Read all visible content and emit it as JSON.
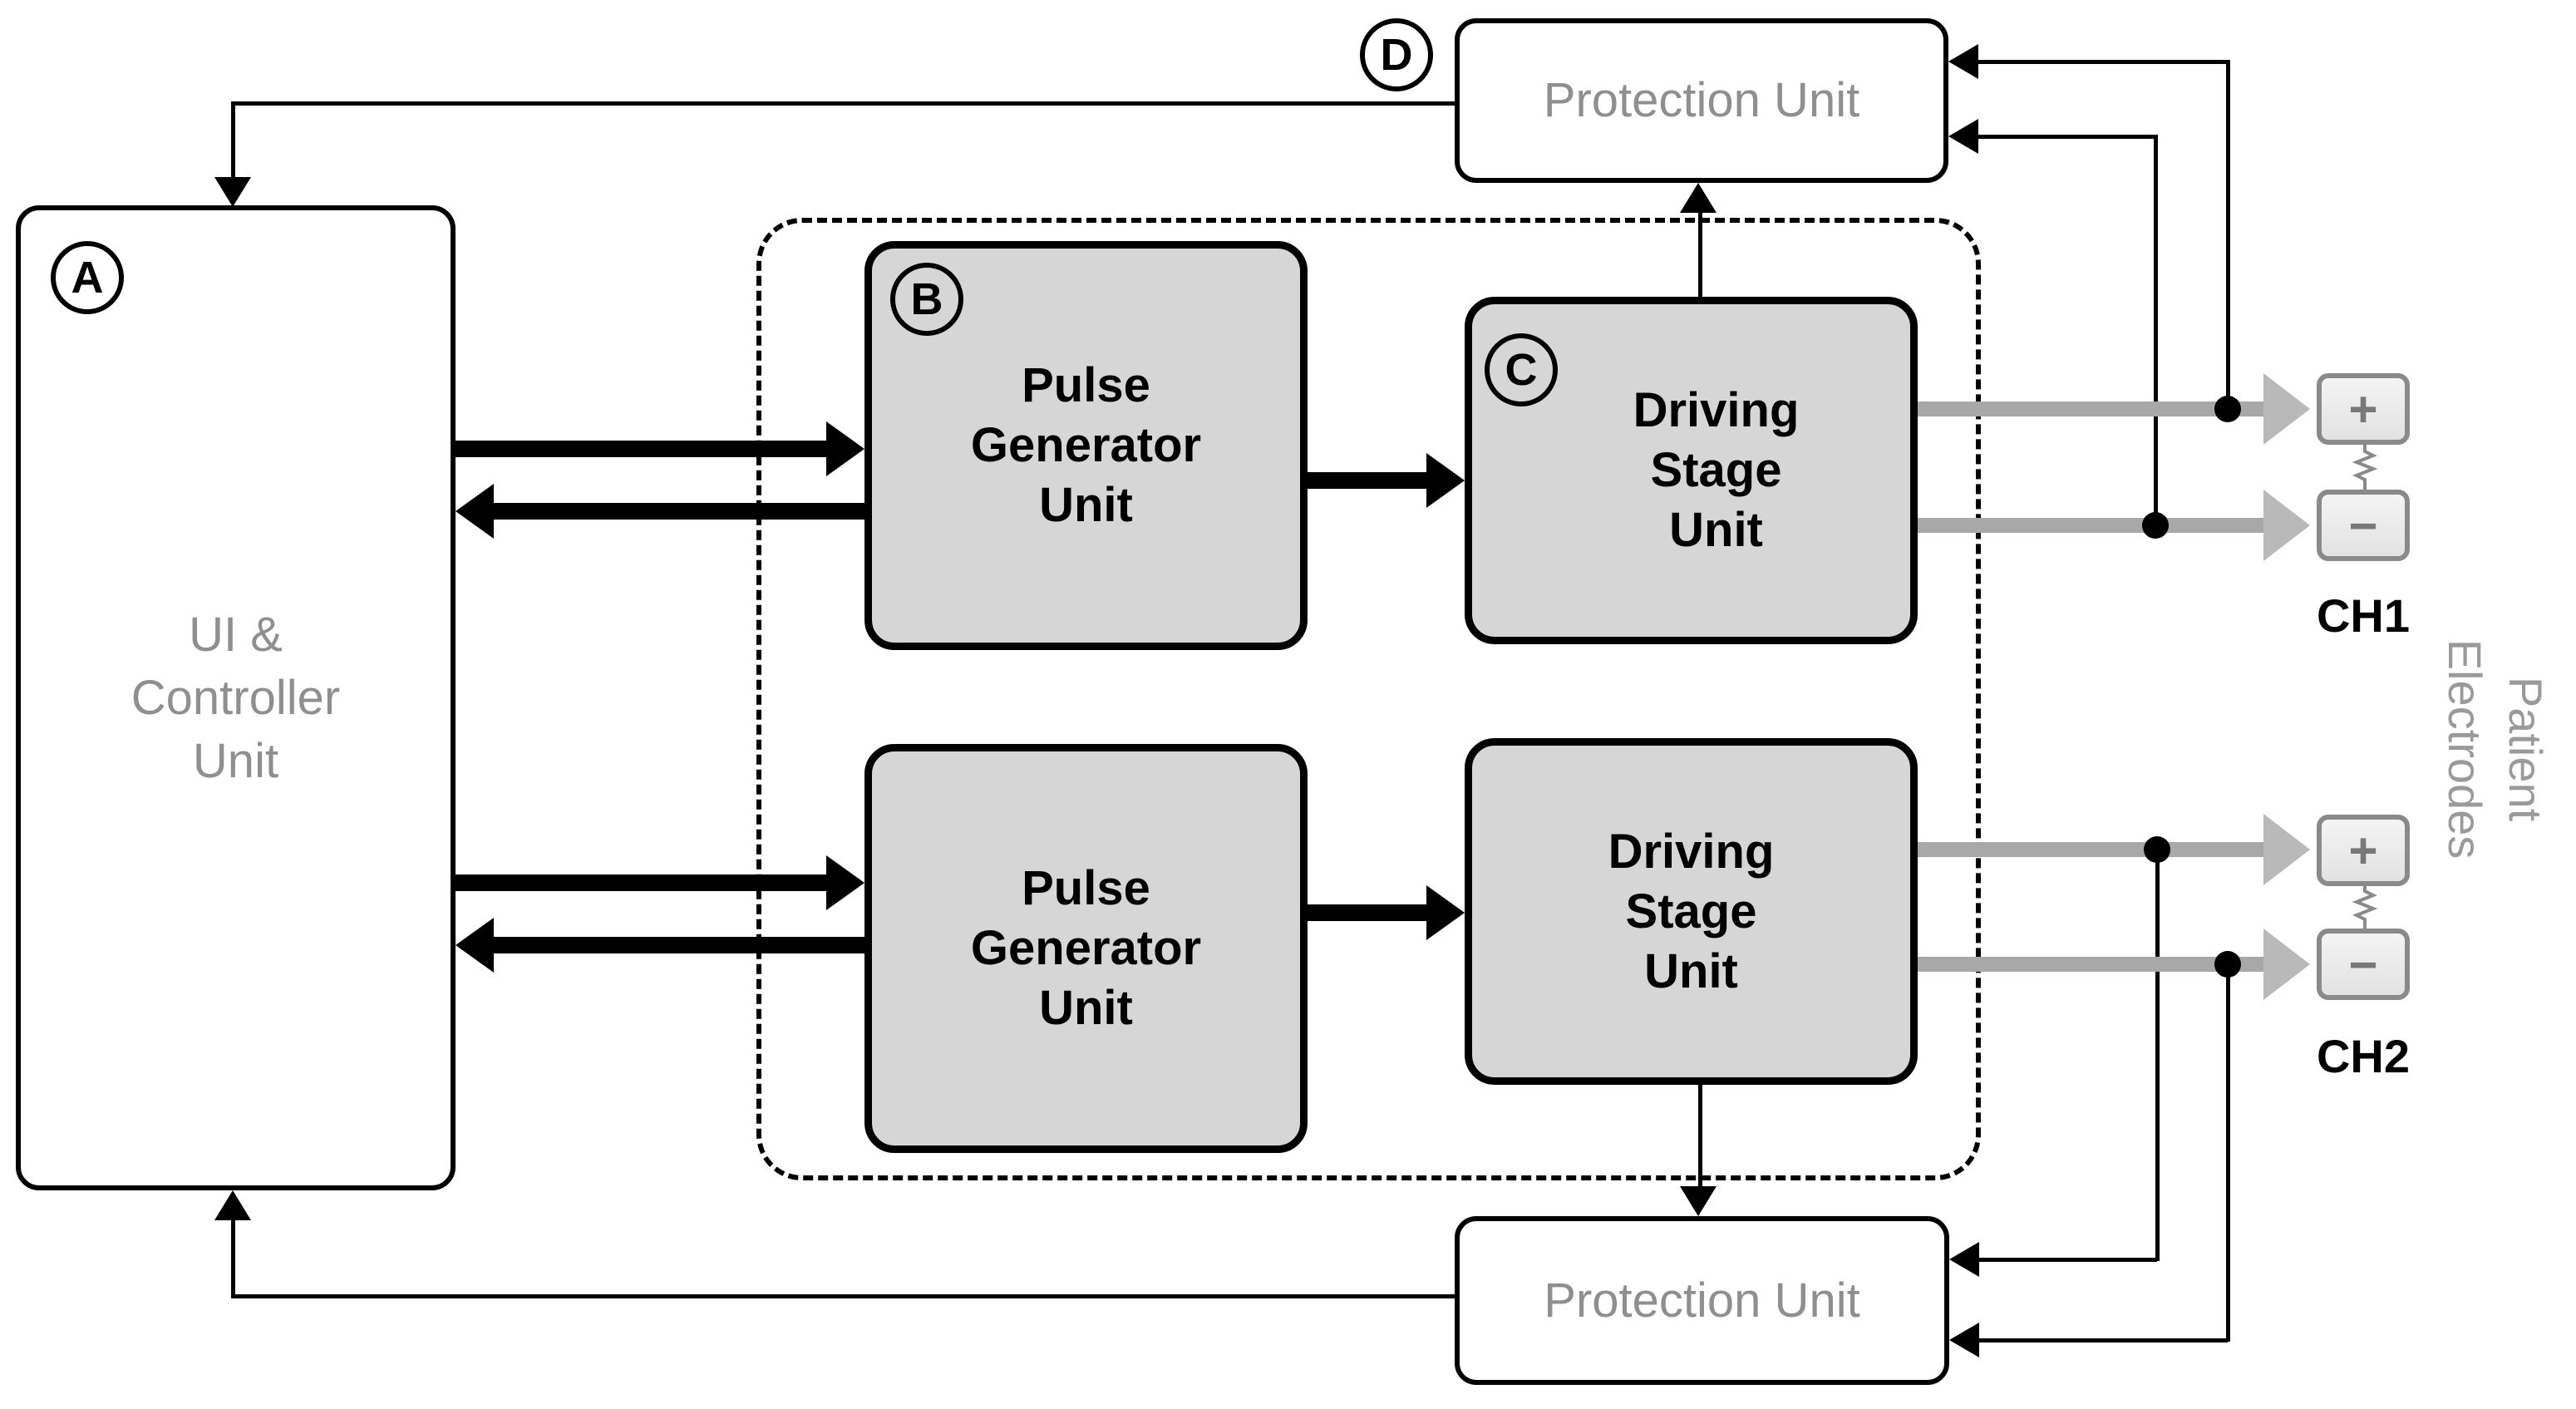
{
  "diagram": {
    "title_hint": "Two-channel stimulator block diagram",
    "units": {
      "controller": {
        "badge": "A",
        "lines": [
          "UI &",
          "Controller",
          "Unit"
        ]
      },
      "pulse_generator": {
        "badge": "B",
        "lines": [
          "Pulse",
          "Generator",
          "Unit"
        ]
      },
      "driving_stage": {
        "badge": "C",
        "lines": [
          "Driving",
          "Stage",
          "Unit"
        ]
      },
      "protection": {
        "badge": "D",
        "label": "Protection Unit"
      }
    },
    "channels": {
      "ch1": {
        "label": "CH1",
        "plus": "+",
        "minus": "−"
      },
      "ch2": {
        "label": "CH2",
        "plus": "+",
        "minus": "−"
      }
    },
    "patient_electrodes": {
      "line1": "Patient",
      "line2": "Electrodes"
    },
    "colors": {
      "unit_fill": "#d6d6d6",
      "outline": "#000000",
      "gray_text": "#8f8f8f",
      "gray_arrow": "#a8a8a8",
      "gray_arrowhead": "#b9b9b9",
      "electrode_border": "#8a8a8a"
    }
  }
}
